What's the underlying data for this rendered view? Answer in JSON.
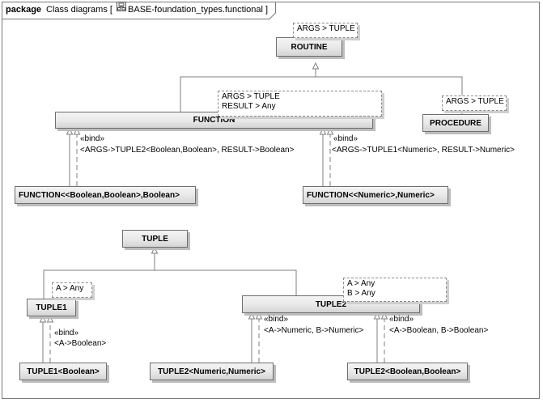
{
  "frame": {
    "keyword": "package",
    "title_prefix": "Class diagrams [",
    "title_name": "BASE-foundation_types.functional",
    "title_suffix": "]",
    "icon": "class-diagram-icon"
  },
  "classes": {
    "routine": "ROUTINE",
    "function": "FUNCTION",
    "procedure": "PROCEDURE",
    "function_bool": "FUNCTION<<Boolean,Boolean>,Boolean>",
    "function_num": "FUNCTION<<Numeric>,Numeric>",
    "tuple": "TUPLE",
    "tuple1": "TUPLE1",
    "tuple2": "TUPLE2",
    "tuple1_bool": "TUPLE1<Boolean>",
    "tuple2_num": "TUPLE2<Numeric,Numeric>",
    "tuple2_bool": "TUPLE2<Boolean,Boolean>"
  },
  "params": {
    "routine": [
      "ARGS > TUPLE"
    ],
    "function": [
      "ARGS > TUPLE",
      "RESULT > Any"
    ],
    "procedure": [
      "ARGS > TUPLE"
    ],
    "tuple1": [
      "A > Any"
    ],
    "tuple2": [
      "A > Any",
      "B > Any"
    ]
  },
  "bindings": {
    "stereotype": "«bind»",
    "function_bool": "<ARGS->TUPLE2<Boolean,Boolean>, RESULT->Boolean>",
    "function_num": "<ARGS->TUPLE1<Numeric>, RESULT->Numeric>",
    "tuple1_bool": "<A->Boolean>",
    "tuple2_num": "<A->Numeric, B->Numeric>",
    "tuple2_bool": "<A->Boolean, B->Boolean>"
  }
}
